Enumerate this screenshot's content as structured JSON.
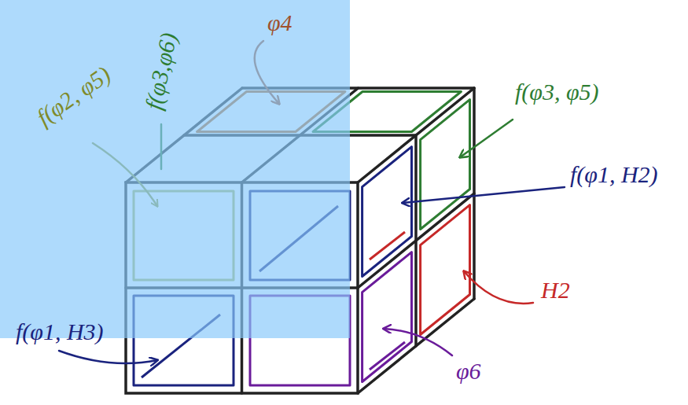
{
  "diagram": {
    "labels": [
      "f(φ2, φ5)",
      "f(φ3,φ6)",
      "φ4",
      "f(φ3, φ5)",
      "f(φ1, H2)",
      "H2",
      "φ6",
      "f(φ1, H3)"
    ]
  }
}
